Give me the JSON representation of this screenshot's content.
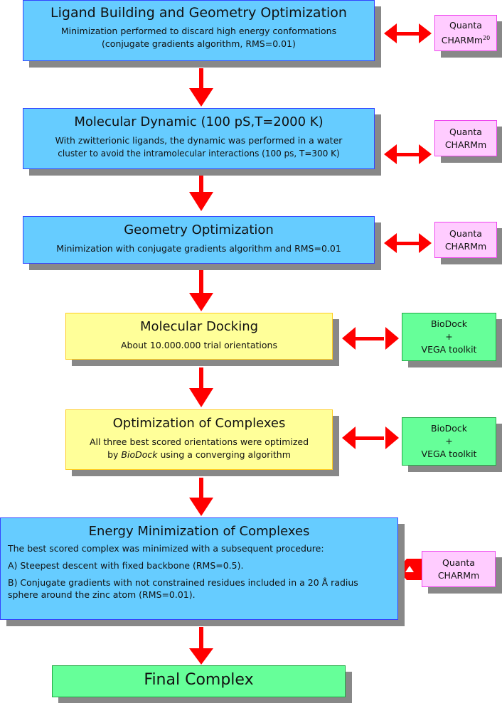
{
  "steps": [
    {
      "title": "Ligand Building and Geometry Optimization",
      "desc_lines": [
        "Minimization performed to discard high energy conformations",
        "(conjugate gradients algorithm, RMS=0.01)"
      ],
      "tool": {
        "line1": "Quanta",
        "line2": "CHARMm",
        "sup": "20"
      }
    },
    {
      "title": "Molecular Dynamic (100 pS,T=2000 K)",
      "desc_lines": [
        "With zwitterionic ligands, the dynamic was performed in a water",
        "cluster to avoid the intramolecular interactions (100 ps, T=300 K)"
      ],
      "tool": {
        "line1": "Quanta",
        "line2": "CHARMm"
      }
    },
    {
      "title": "Geometry Optimization",
      "desc_lines": [
        "Minimization with conjugate gradients algorithm and RMS=0.01"
      ],
      "tool": {
        "line1": "Quanta",
        "line2": "CHARMm"
      }
    },
    {
      "title": "Molecular Docking",
      "desc_lines": [
        "About 10.000.000 trial orientations"
      ],
      "tool": {
        "line1": "BioDock",
        "line2": "+",
        "line3": "VEGA toolkit"
      }
    },
    {
      "title": "Optimization of Complexes",
      "desc_lines": [
        "All three best scored orientations were optimized"
      ],
      "desc_line2_italic": "BioDock",
      "desc_line2_pre": "by ",
      "desc_line2_post": " using a converging algorithm",
      "tool": {
        "line1": "BioDock",
        "line2": "+",
        "line3": "VEGA toolkit"
      }
    },
    {
      "title": "Energy Minimization of Complexes",
      "desc_lines": [
        "The best scored complex was minimized with a subsequent procedure:",
        "A) Steepest descent with fixed backbone (RMS=0.5).",
        "B) Conjugate gradients with not constrained residues included in a 20 Å radius sphere around the zinc atom (RMS=0.01)."
      ],
      "tool": {
        "line1": "Quanta",
        "line2": "CHARMm"
      }
    }
  ],
  "final": {
    "title": "Final Complex"
  },
  "colors": {
    "arrow": "#ff0000",
    "blue_box": "#66ccff",
    "yellow_box": "#ffff99",
    "green_box": "#66ff99",
    "pink_box": "#ffccff",
    "shadow": "#888888"
  }
}
